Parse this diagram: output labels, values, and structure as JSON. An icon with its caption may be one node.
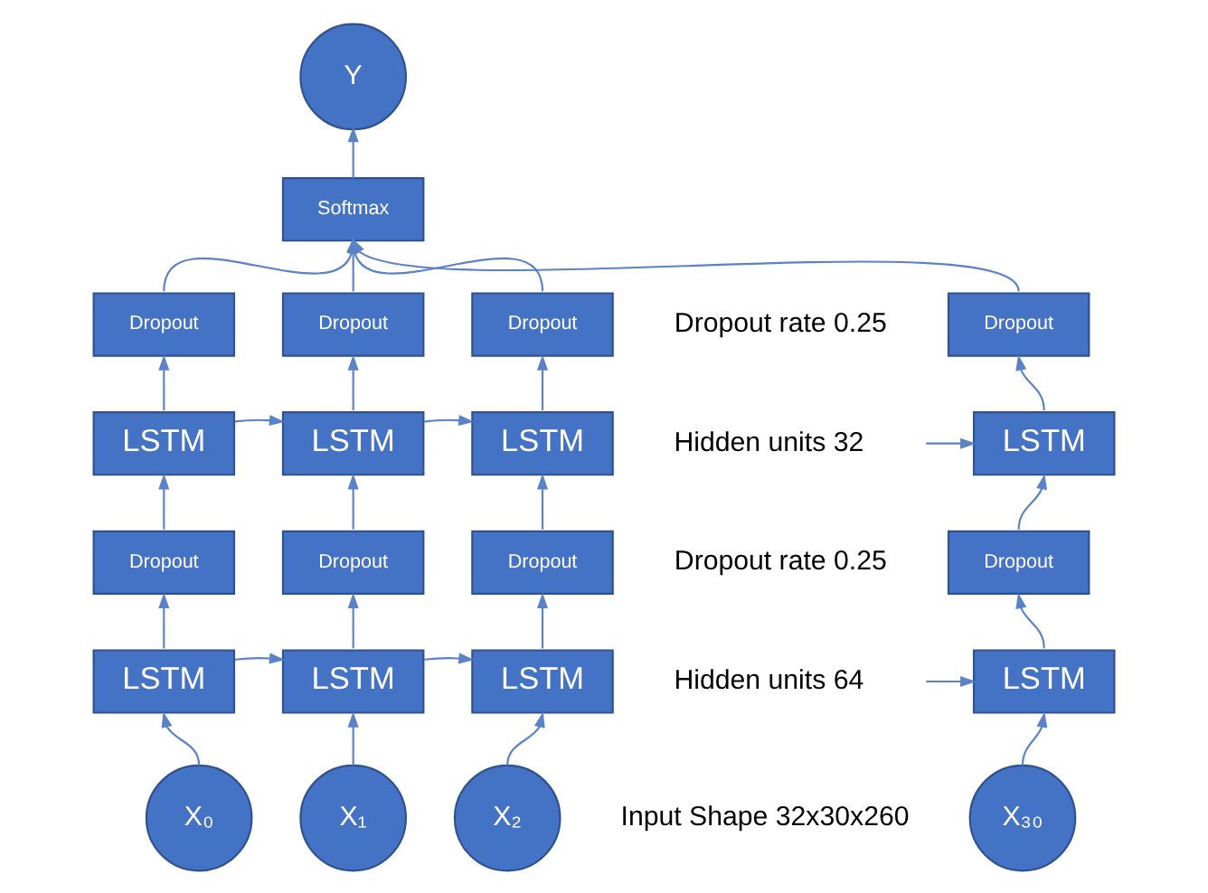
{
  "diagram": {
    "nodes": [
      {
        "text": [
          "Y"
        ]
      },
      {
        "text": [
          "Softmax"
        ]
      },
      {
        "text": [
          "Dropout"
        ]
      },
      {
        "text": [
          "Dropout"
        ]
      },
      {
        "text": [
          "Dropout"
        ]
      },
      {
        "text": [
          "Dropout"
        ]
      },
      {
        "text": [
          "LSTM"
        ]
      },
      {
        "text": [
          "LSTM"
        ]
      },
      {
        "text": [
          "LSTM"
        ]
      },
      {
        "text": [
          "LSTM"
        ]
      },
      {
        "text": [
          "Dropout"
        ]
      },
      {
        "text": [
          "Dropout"
        ]
      },
      {
        "text": [
          "Dropout"
        ]
      },
      {
        "text": [
          "Dropout"
        ]
      },
      {
        "text": [
          "LSTM"
        ]
      },
      {
        "text": [
          "LSTM"
        ]
      },
      {
        "text": [
          "LSTM"
        ]
      },
      {
        "text": [
          "LSTM"
        ]
      },
      {
        "text": [
          "X₀"
        ]
      },
      {
        "text": [
          "X₁"
        ]
      },
      {
        "text": [
          "X₂"
        ]
      },
      {
        "text": [
          "X₃₀"
        ]
      }
    ],
    "edges": [
      {
        "from": 1,
        "to": 0,
        "arrow": "to"
      },
      {
        "from": 2,
        "to": 1,
        "arrow": "to"
      },
      {
        "from": 3,
        "to": 1,
        "arrow": "to"
      },
      {
        "from": 4,
        "to": 1,
        "arrow": "to"
      },
      {
        "from": 5,
        "to": 1,
        "arrow": "to"
      },
      {
        "from": 6,
        "to": 2,
        "arrow": "to"
      },
      {
        "from": 7,
        "to": 3,
        "arrow": "to"
      },
      {
        "from": 8,
        "to": 4,
        "arrow": "to"
      },
      {
        "from": 9,
        "to": 5,
        "arrow": "to"
      },
      {
        "from": 6,
        "to": 7,
        "arrow": "to"
      },
      {
        "from": 7,
        "to": 8,
        "arrow": "to"
      },
      {
        "from": null,
        "to": 9,
        "arrow": "to"
      },
      {
        "from": 10,
        "to": 6,
        "arrow": "to"
      },
      {
        "from": 11,
        "to": 7,
        "arrow": "to"
      },
      {
        "from": 12,
        "to": 8,
        "arrow": "to"
      },
      {
        "from": 13,
        "to": 9,
        "arrow": "to"
      },
      {
        "from": 14,
        "to": 10,
        "arrow": "to"
      },
      {
        "from": 15,
        "to": 11,
        "arrow": "to"
      },
      {
        "from": 16,
        "to": 12,
        "arrow": "to"
      },
      {
        "from": 17,
        "to": 13,
        "arrow": "to"
      },
      {
        "from": 14,
        "to": 15,
        "arrow": "to"
      },
      {
        "from": 15,
        "to": 16,
        "arrow": "to"
      },
      {
        "from": null,
        "to": 17,
        "arrow": "to"
      },
      {
        "from": 18,
        "to": 14,
        "arrow": "to"
      },
      {
        "from": 19,
        "to": 15,
        "arrow": "to"
      },
      {
        "from": 20,
        "to": 16,
        "arrow": "to"
      },
      {
        "from": 21,
        "to": 17,
        "arrow": "to"
      }
    ],
    "labels": [
      "Dropout rate 0.25",
      "Hidden units 32",
      "Dropout rate 0.25",
      "Hidden units 64",
      "Input Shape 32x30x260"
    ]
  }
}
